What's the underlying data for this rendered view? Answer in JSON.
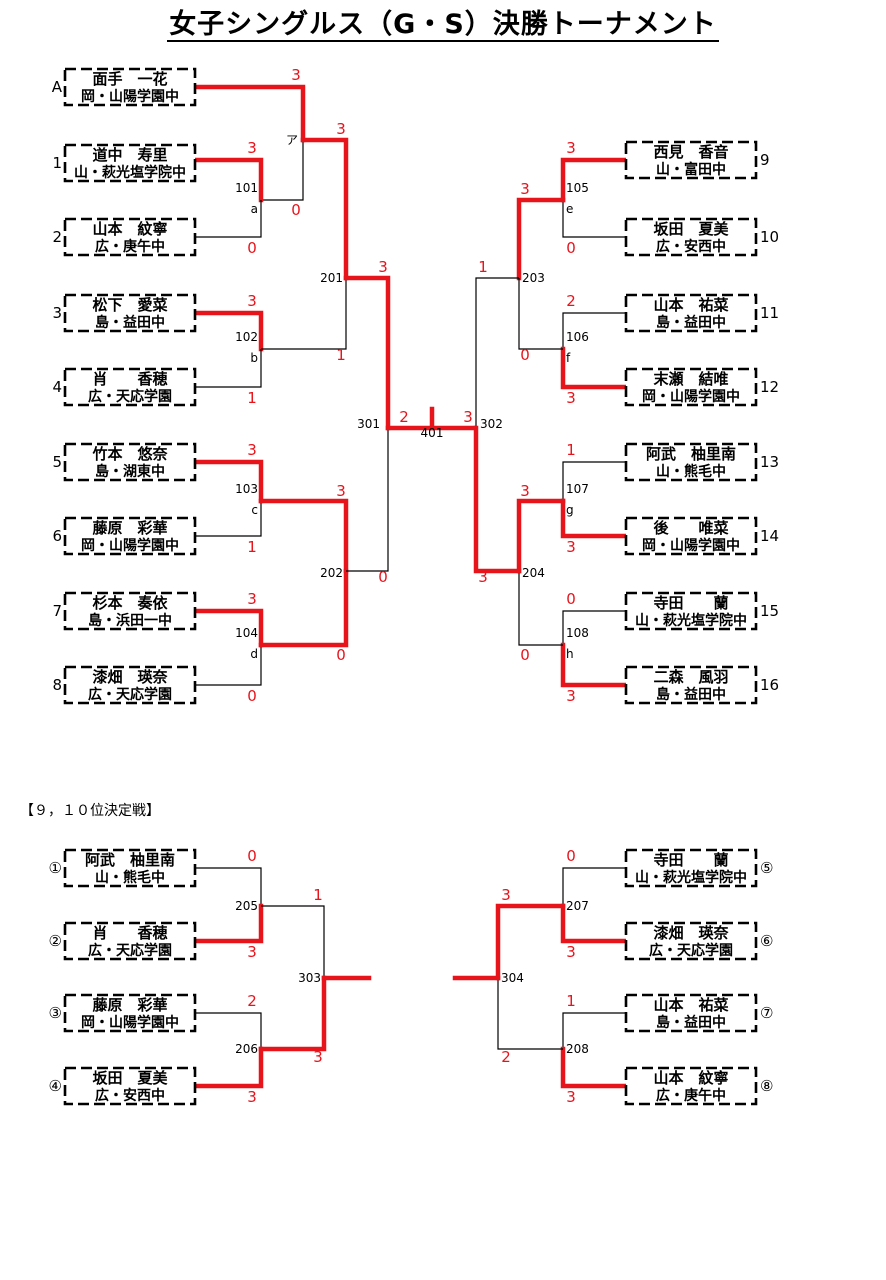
{
  "title": "女子シングルス（G・S）決勝トーナメント",
  "consolation_heading": "【９，１０位決定戦】",
  "main": {
    "left_players": [
      {
        "seed": "A",
        "name": "面手　一花",
        "school": "岡・山陽学園中"
      },
      {
        "seed": "1",
        "name": "道中　寿里",
        "school": "山・萩光塩学院中"
      },
      {
        "seed": "2",
        "name": "山本　紋寧",
        "school": "広・庚午中"
      },
      {
        "seed": "3",
        "name": "松下　愛菜",
        "school": "島・益田中"
      },
      {
        "seed": "4",
        "name": "肖　　香穂",
        "school": "広・天応学園"
      },
      {
        "seed": "5",
        "name": "竹本　悠奈",
        "school": "島・湖東中"
      },
      {
        "seed": "6",
        "name": "藤原　彩華",
        "school": "岡・山陽学園中"
      },
      {
        "seed": "7",
        "name": "杉本　奏依",
        "school": "島・浜田一中"
      },
      {
        "seed": "8",
        "name": "漆畑　瑛奈",
        "school": "広・天応学園"
      }
    ],
    "right_players": [
      {
        "seed": "9",
        "name": "西見　香音",
        "school": "山・富田中"
      },
      {
        "seed": "10",
        "name": "坂田　夏美",
        "school": "広・安西中"
      },
      {
        "seed": "11",
        "name": "山本　祐菜",
        "school": "島・益田中"
      },
      {
        "seed": "12",
        "name": "末瀬　結唯",
        "school": "岡・山陽学園中"
      },
      {
        "seed": "13",
        "name": "阿武　柚里南",
        "school": "山・熊毛中"
      },
      {
        "seed": "14",
        "name": "後　　唯菜",
        "school": "岡・山陽学園中"
      },
      {
        "seed": "15",
        "name": "寺田　　蘭",
        "school": "山・萩光塩学院中"
      },
      {
        "seed": "16",
        "name": "二森　風羽",
        "school": "島・益田中"
      }
    ],
    "matches": [
      {
        "id": "ア",
        "scores": [
          "3",
          "3",
          "0"
        ]
      },
      {
        "id": "101",
        "sub": "a",
        "scores": [
          "3",
          "0"
        ]
      },
      {
        "id": "102",
        "sub": "b",
        "scores": [
          "3",
          "1"
        ]
      },
      {
        "id": "103",
        "sub": "c",
        "scores": [
          "3",
          "1"
        ]
      },
      {
        "id": "104",
        "sub": "d",
        "scores": [
          "3",
          "0"
        ]
      },
      {
        "id": "105",
        "sub": "e",
        "scores": [
          "3",
          "0"
        ]
      },
      {
        "id": "106",
        "sub": "f",
        "scores": [
          "2",
          "3"
        ]
      },
      {
        "id": "107",
        "sub": "g",
        "scores": [
          "1",
          "3"
        ]
      },
      {
        "id": "108",
        "sub": "h",
        "scores": [
          "0",
          "3"
        ]
      },
      {
        "id": "201",
        "scores": [
          "3",
          "1"
        ]
      },
      {
        "id": "202",
        "scores": [
          "3",
          "0"
        ]
      },
      {
        "id": "203",
        "scores": [
          "3",
          "0"
        ]
      },
      {
        "id": "204",
        "scores": [
          "3",
          "0"
        ]
      },
      {
        "id": "301",
        "scores": [
          "3",
          "0"
        ]
      },
      {
        "id": "302",
        "scores": [
          "1",
          "3"
        ]
      },
      {
        "id": "401",
        "scores": [
          "2",
          "3"
        ]
      }
    ]
  },
  "consolation": {
    "left_players": [
      {
        "seed": "①",
        "name": "阿武　柚里南",
        "school": "山・熊毛中"
      },
      {
        "seed": "②",
        "name": "肖　　香穂",
        "school": "広・天応学園"
      },
      {
        "seed": "③",
        "name": "藤原　彩華",
        "school": "岡・山陽学園中"
      },
      {
        "seed": "④",
        "name": "坂田　夏美",
        "school": "広・安西中"
      }
    ],
    "right_players": [
      {
        "seed": "⑤",
        "name": "寺田　　蘭",
        "school": "山・萩光塩学院中"
      },
      {
        "seed": "⑥",
        "name": "漆畑　瑛奈",
        "school": "広・天応学園"
      },
      {
        "seed": "⑦",
        "name": "山本　祐菜",
        "school": "島・益田中"
      },
      {
        "seed": "⑧",
        "name": "山本　紋寧",
        "school": "広・庚午中"
      }
    ],
    "matches": [
      {
        "id": "205",
        "scores": [
          "0",
          "3"
        ]
      },
      {
        "id": "206",
        "scores": [
          "2",
          "3"
        ]
      },
      {
        "id": "207",
        "scores": [
          "0",
          "3"
        ]
      },
      {
        "id": "208",
        "scores": [
          "1",
          "3"
        ]
      },
      {
        "id": "303",
        "scores": [
          "1",
          "3"
        ]
      },
      {
        "id": "304",
        "scores": [
          "3",
          "2"
        ]
      }
    ]
  },
  "colors": {
    "winner_line": "#e8141c",
    "line": "#000000",
    "score": "#e8141c"
  }
}
